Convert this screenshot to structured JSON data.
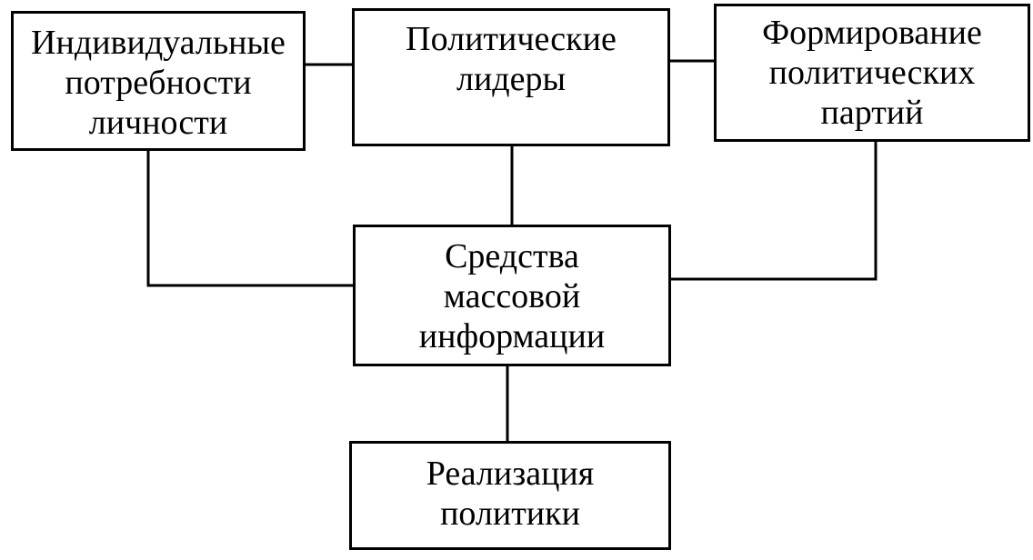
{
  "diagram": {
    "nodes": {
      "individual": "Индивидуальные\nпотребности\nличности",
      "leaders": "Политические\nлидеры",
      "parties": "Формирование\nполитических\nпартий",
      "media": "Средства\nмассовой\nинформации",
      "policy": "Реализация\nполитики"
    },
    "connections": [
      [
        "individual",
        "leaders"
      ],
      [
        "leaders",
        "parties"
      ],
      [
        "leaders",
        "media"
      ],
      [
        "individual",
        "media"
      ],
      [
        "parties",
        "media"
      ],
      [
        "media",
        "policy"
      ]
    ]
  }
}
